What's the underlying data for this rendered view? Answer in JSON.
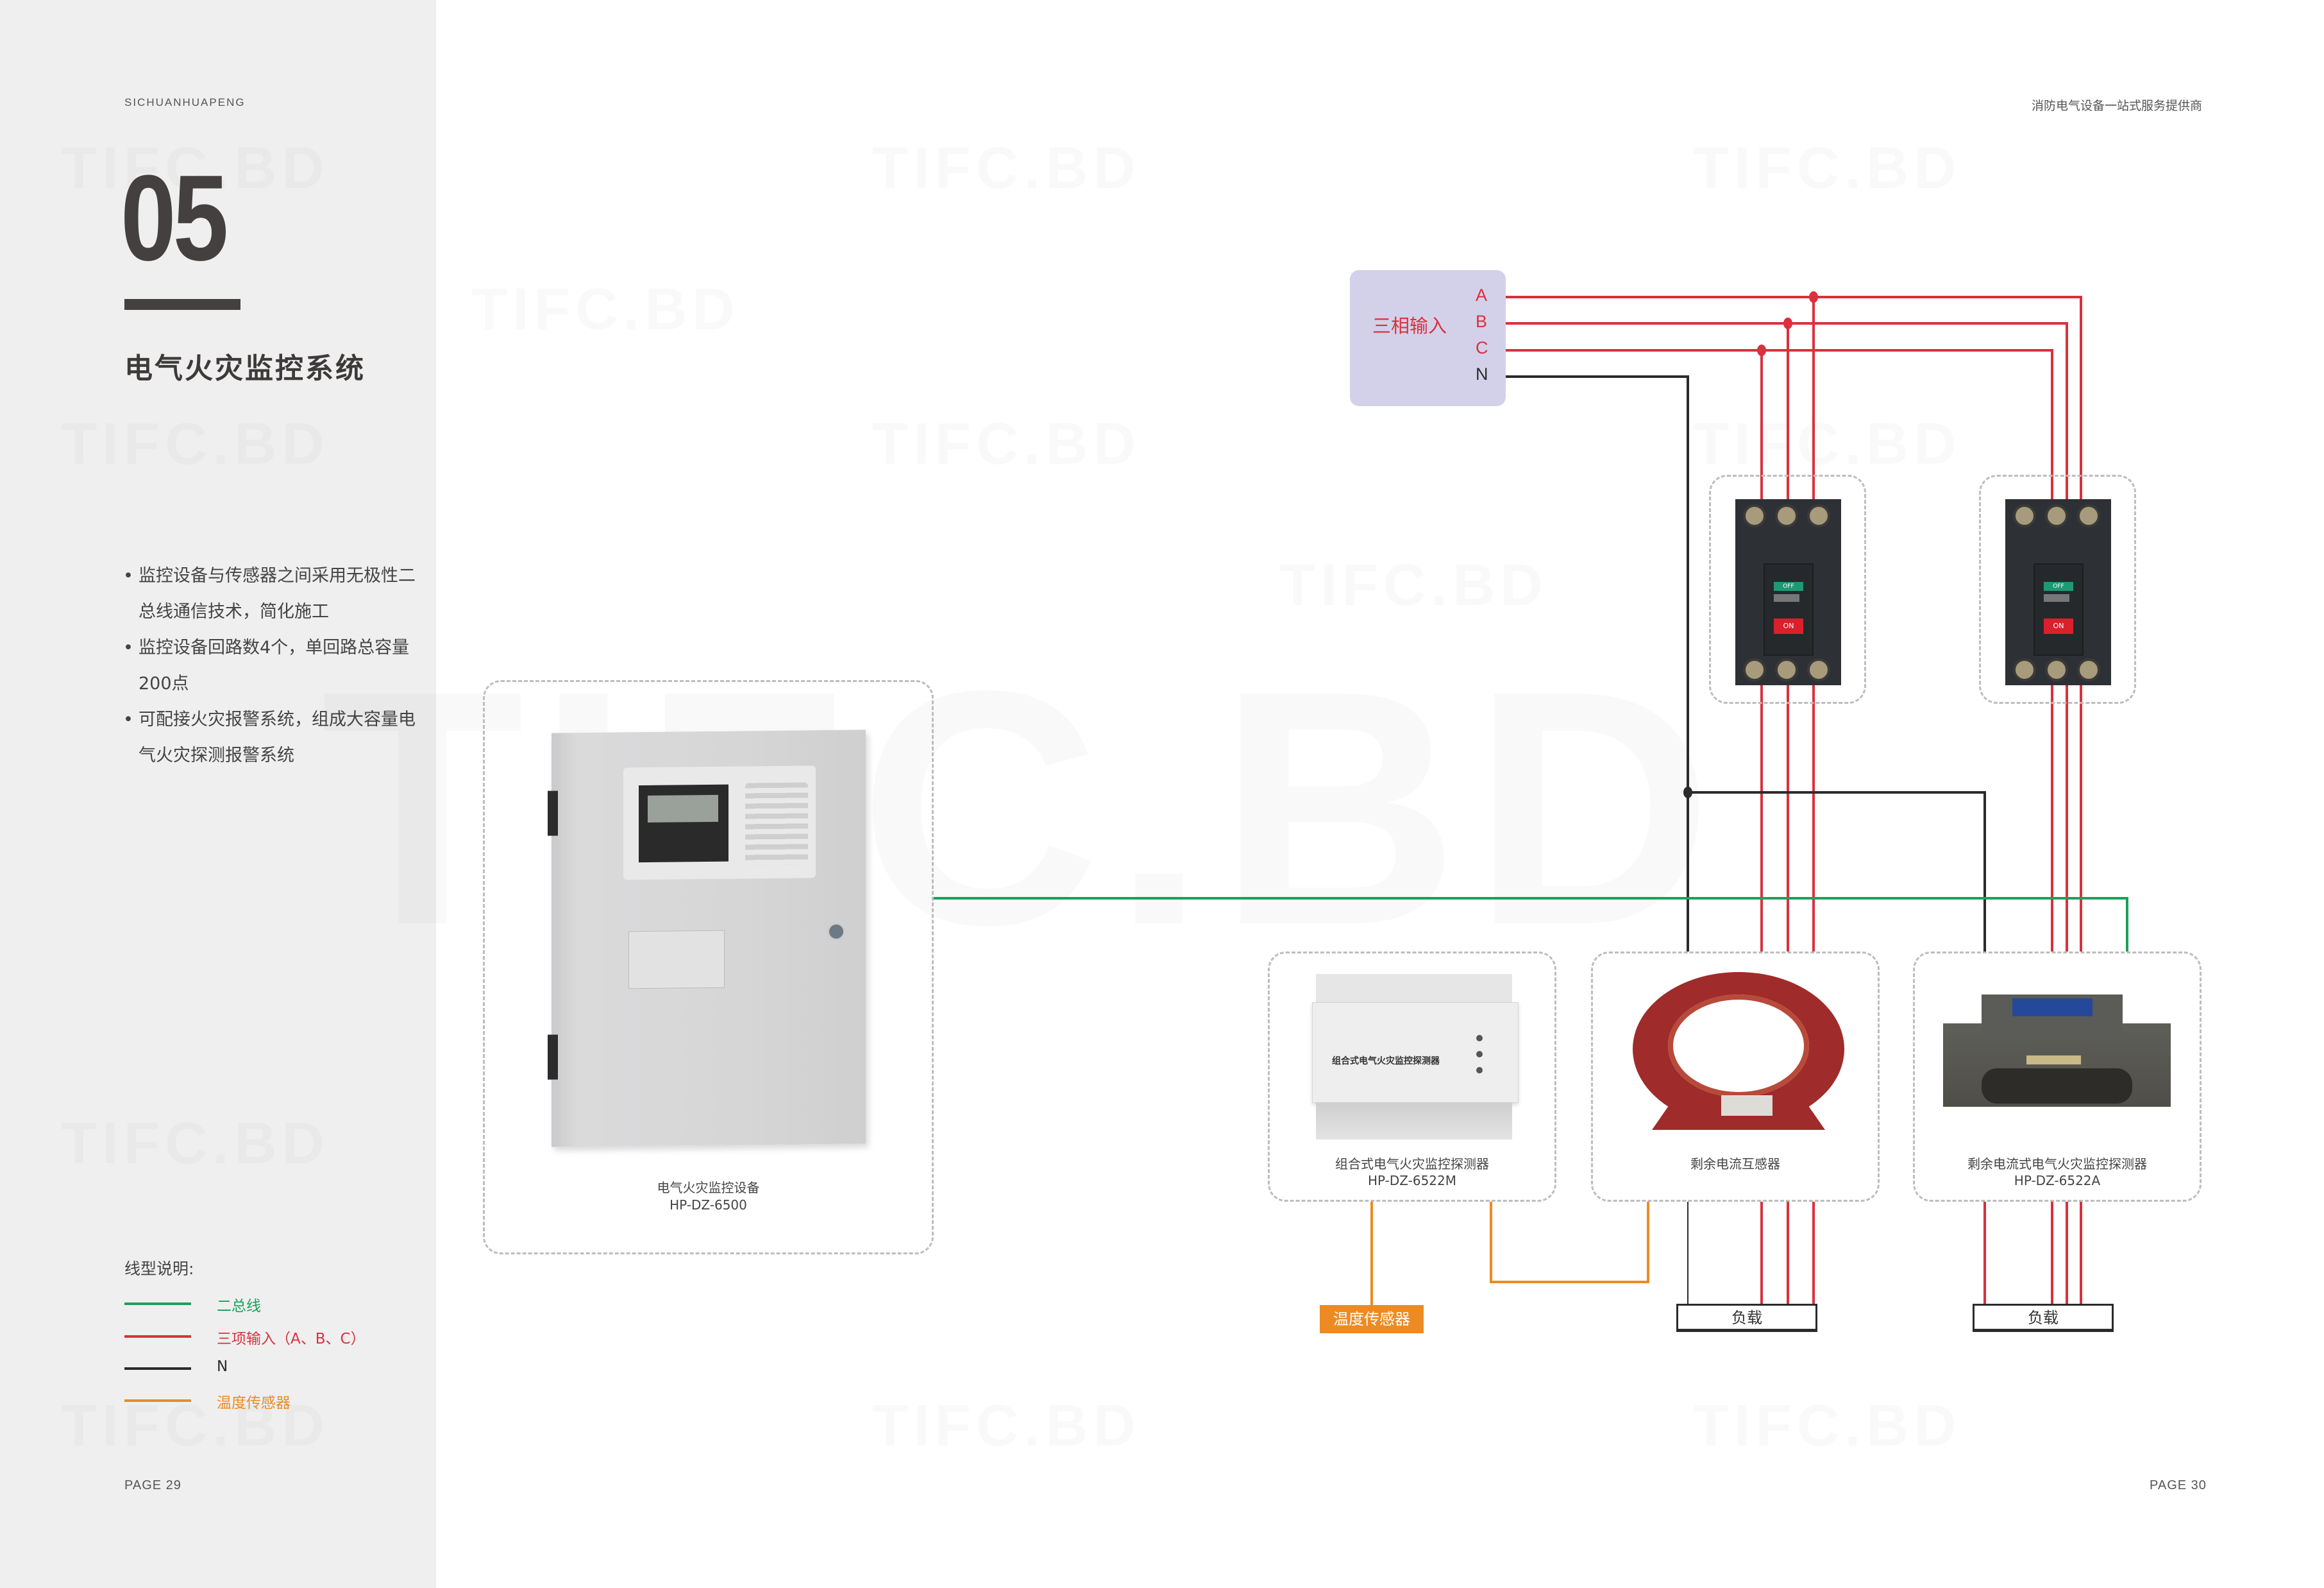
{
  "header": {
    "brand": "SICHUANHUAPENG",
    "tagline": "消防电气设备一站式服务提供商"
  },
  "section": {
    "number": "05",
    "title": "电气火灾监控系统"
  },
  "features": [
    "监控设备与传感器之间采用无极性二总线通信技术，简化施工",
    "监控设备回路数4个，单回路总容量200点",
    "可配接火灾报警系统，组成大容量电气火灾探测报警系统"
  ],
  "legend": {
    "title": "线型说明:",
    "items": [
      {
        "label": "二总线",
        "color": "#1ba05a"
      },
      {
        "label": "三项输入（A、B、C）",
        "color": "#d9313d"
      },
      {
        "label": "N",
        "color": "#2b2b2b"
      },
      {
        "label": "温度传感器",
        "color": "#ec8b24"
      }
    ]
  },
  "pages": {
    "left": "PAGE 29",
    "right": "PAGE 30"
  },
  "watermark": "TIFC.BD",
  "diagram": {
    "three_phase_input": {
      "label": "三相输入",
      "terminals": [
        "A",
        "B",
        "C",
        "N"
      ]
    },
    "devices": {
      "monitor": {
        "name": "电气火灾监控设备",
        "model": "HP-DZ-6500"
      },
      "combo_detector": {
        "name": "组合式电气火灾监控探测器",
        "model": "HP-DZ-6522M",
        "face_label": "组合式电气火灾监控探测器"
      },
      "current_transformer": {
        "name": "剩余电流互感器"
      },
      "residual_detector": {
        "name": "剩余电流式电气火灾监控探测器",
        "model": "HP-DZ-6522A"
      },
      "breaker_1": {
        "on_label": "ON",
        "off_label": "OFF"
      },
      "breaker_2": {
        "on_label": "ON",
        "off_label": "OFF"
      }
    },
    "temp_sensor": "温度传感器",
    "loads": [
      "负载",
      "负载"
    ],
    "colors": {
      "bus": "#1ba05a",
      "phase": "#d9313d",
      "neutral": "#2b2b2b",
      "temp": "#ec8b24"
    }
  }
}
